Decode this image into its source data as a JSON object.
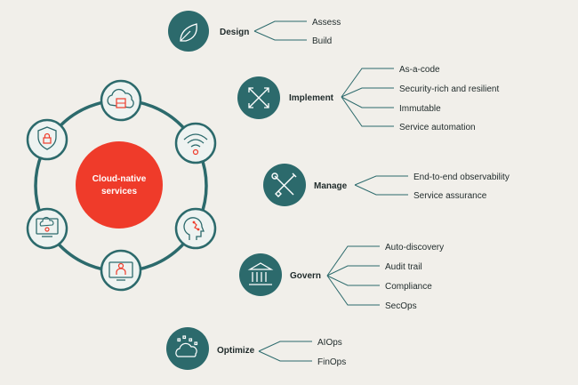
{
  "colors": {
    "background": "#f1efea",
    "teal": "#2c6a6c",
    "ring_fill": "#eef3f1",
    "center": "#ef3b2a",
    "text": "#1f2a2a",
    "icon_accent": "#ef3b2a"
  },
  "center": {
    "line1": "Cloud-native",
    "line2": "services"
  },
  "ring_icons": [
    {
      "name": "cloud-server-icon"
    },
    {
      "name": "wifi-icon"
    },
    {
      "name": "ai-head-icon"
    },
    {
      "name": "monitor-user-icon"
    },
    {
      "name": "cloud-monitor-icon"
    },
    {
      "name": "shield-lock-icon"
    }
  ],
  "categories": [
    {
      "id": "design",
      "label": "Design",
      "icon": "leaf-icon",
      "items": [
        "Assess",
        "Build"
      ]
    },
    {
      "id": "implement",
      "label": "Implement",
      "icon": "expand-arrows-icon",
      "items": [
        "As-a-code",
        "Security-rich and resilient",
        "Immutable",
        "Service automation"
      ]
    },
    {
      "id": "manage",
      "label": "Manage",
      "icon": "tools-icon",
      "items": [
        "End-to-end observability",
        "Service assurance"
      ]
    },
    {
      "id": "govern",
      "label": "Govern",
      "icon": "bank-icon",
      "items": [
        "Auto-discovery",
        "Audit trail",
        "Compliance",
        "SecOps"
      ]
    },
    {
      "id": "optimize",
      "label": "Optimize",
      "icon": "cloud-network-icon",
      "items": [
        "AIOps",
        "FinOps"
      ]
    }
  ]
}
